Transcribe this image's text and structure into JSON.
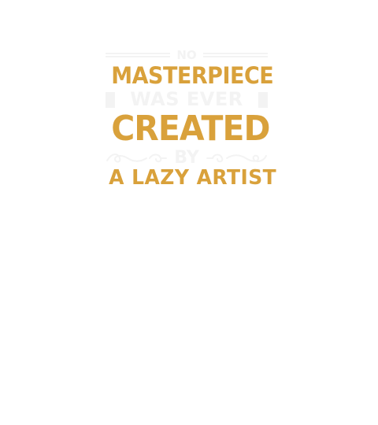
{
  "design": {
    "line1": "NO",
    "line2": "MASTERPIECE",
    "line3": "WAS EVER",
    "line4": "CREATED",
    "line5": "BY",
    "line6": "A LAZY ARTIST"
  },
  "colors": {
    "gold": "#d9a13b",
    "faint": "#f3f3f3",
    "background": "#ffffff"
  }
}
